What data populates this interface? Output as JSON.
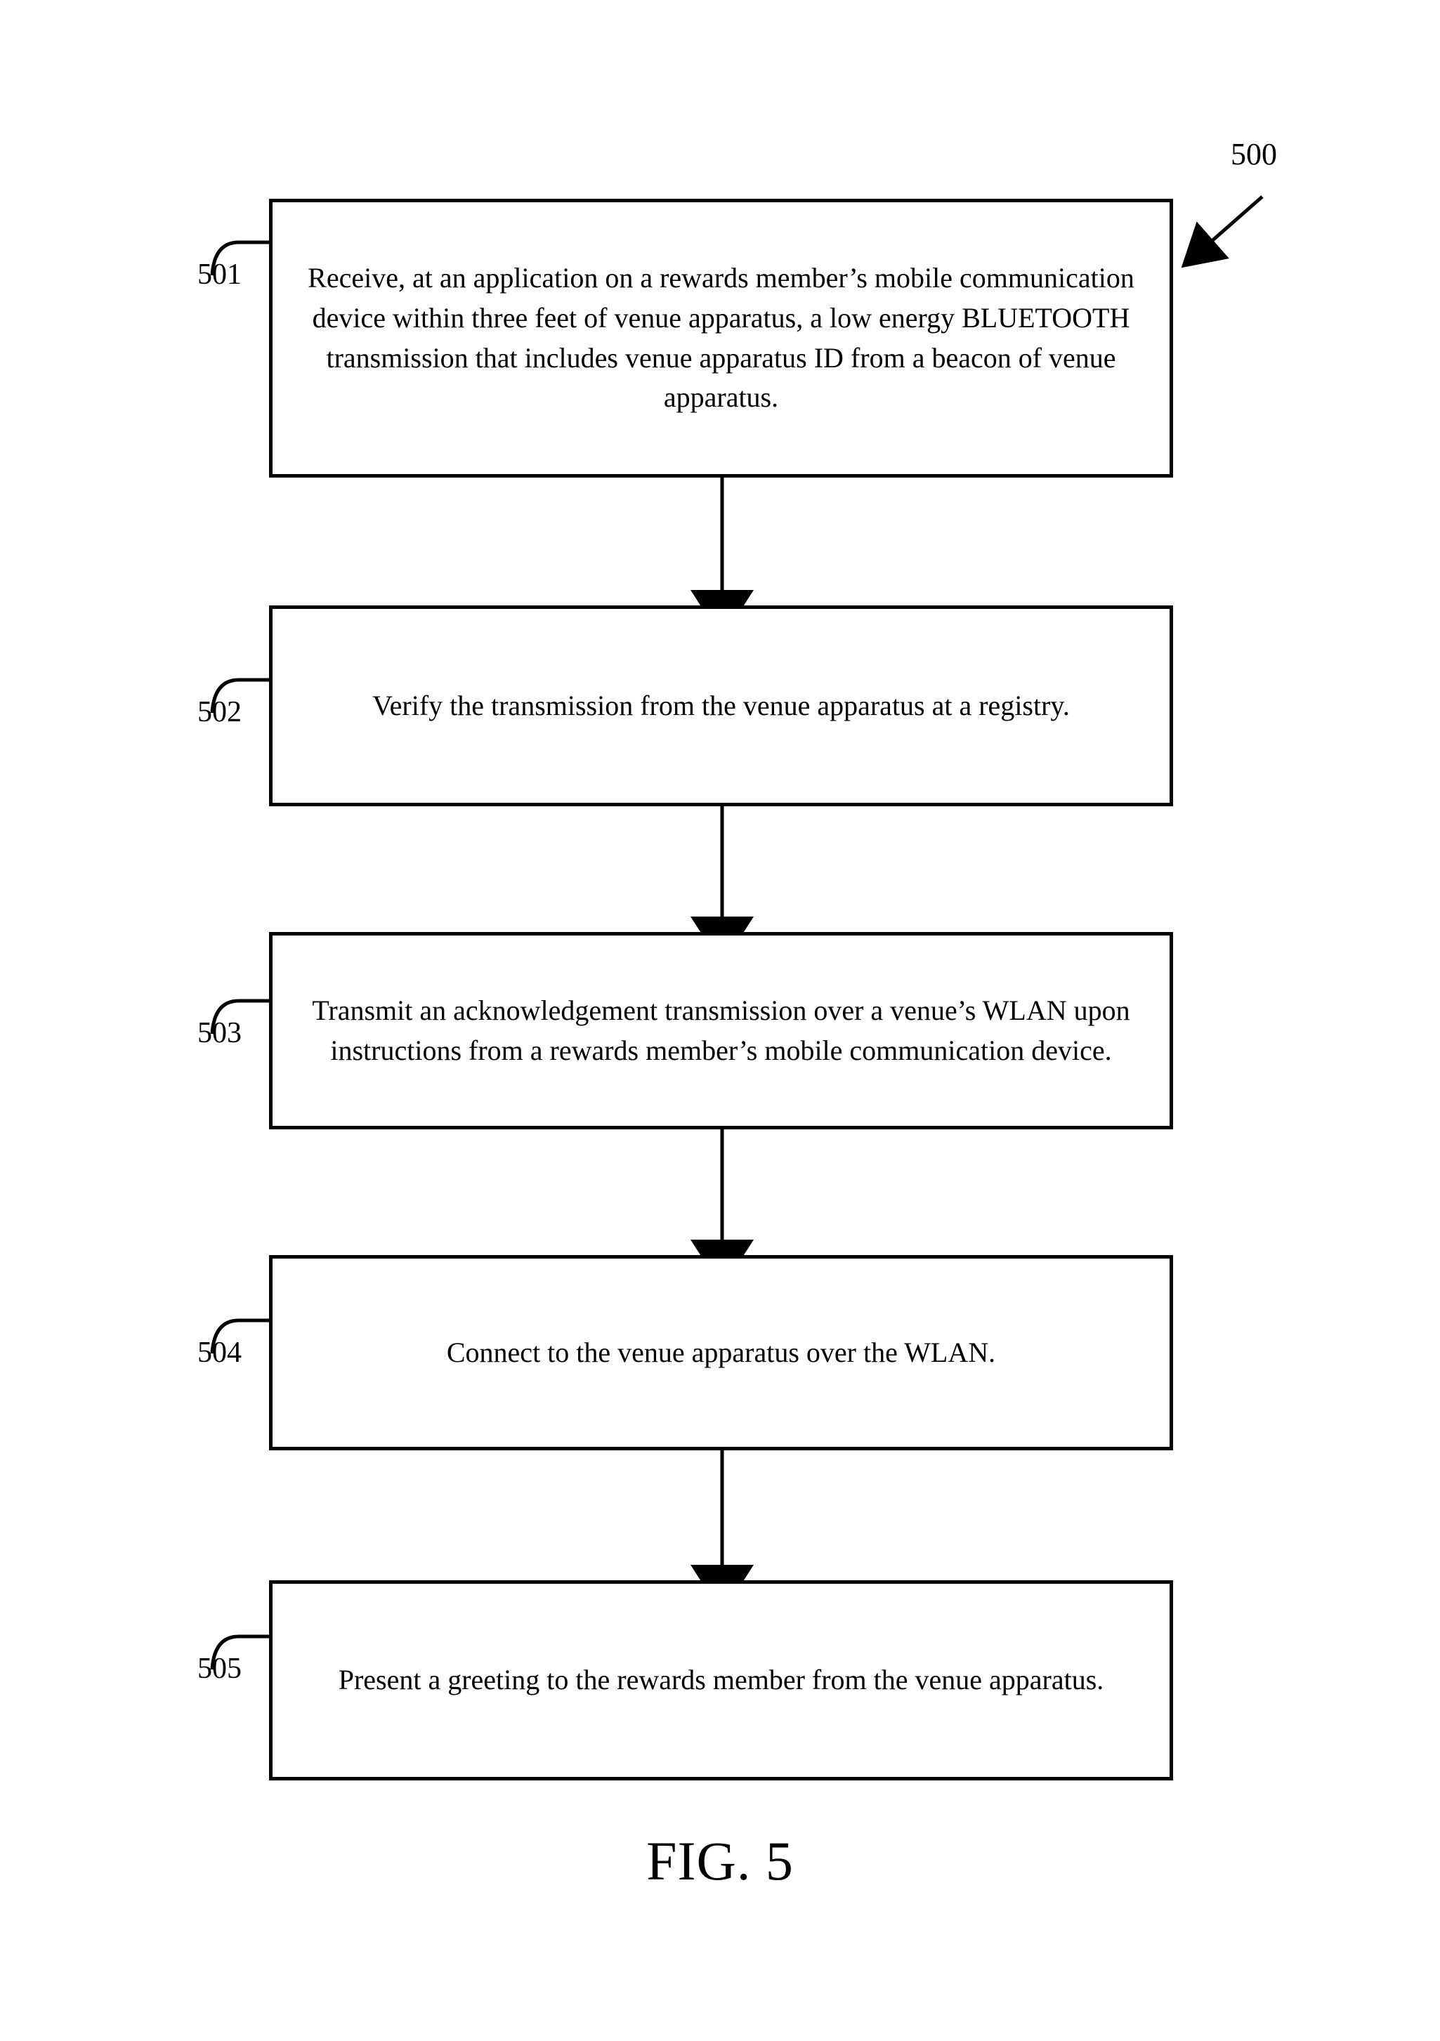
{
  "figure": {
    "caption": "FIG. 5",
    "diagram_ref": "500"
  },
  "steps": [
    {
      "ref": "501",
      "text": "Receive, at an application on a rewards member’s  mobile communication device within three feet of venue apparatus, a low energy BLUETOOTH transmission that includes venue apparatus ID from a beacon of venue apparatus."
    },
    {
      "ref": "502",
      "text": "Verify the transmission from the venue apparatus at a registry."
    },
    {
      "ref": "503",
      "text": "Transmit an acknowledgement transmission over a venue’s WLAN upon instructions from a rewards member’s mobile communication device."
    },
    {
      "ref": "504",
      "text": "Connect to the venue apparatus over the WLAN."
    },
    {
      "ref": "505",
      "text": "Present a greeting to the rewards member from the venue apparatus."
    }
  ],
  "colors": {
    "stroke": "#000000",
    "background": "#ffffff"
  }
}
